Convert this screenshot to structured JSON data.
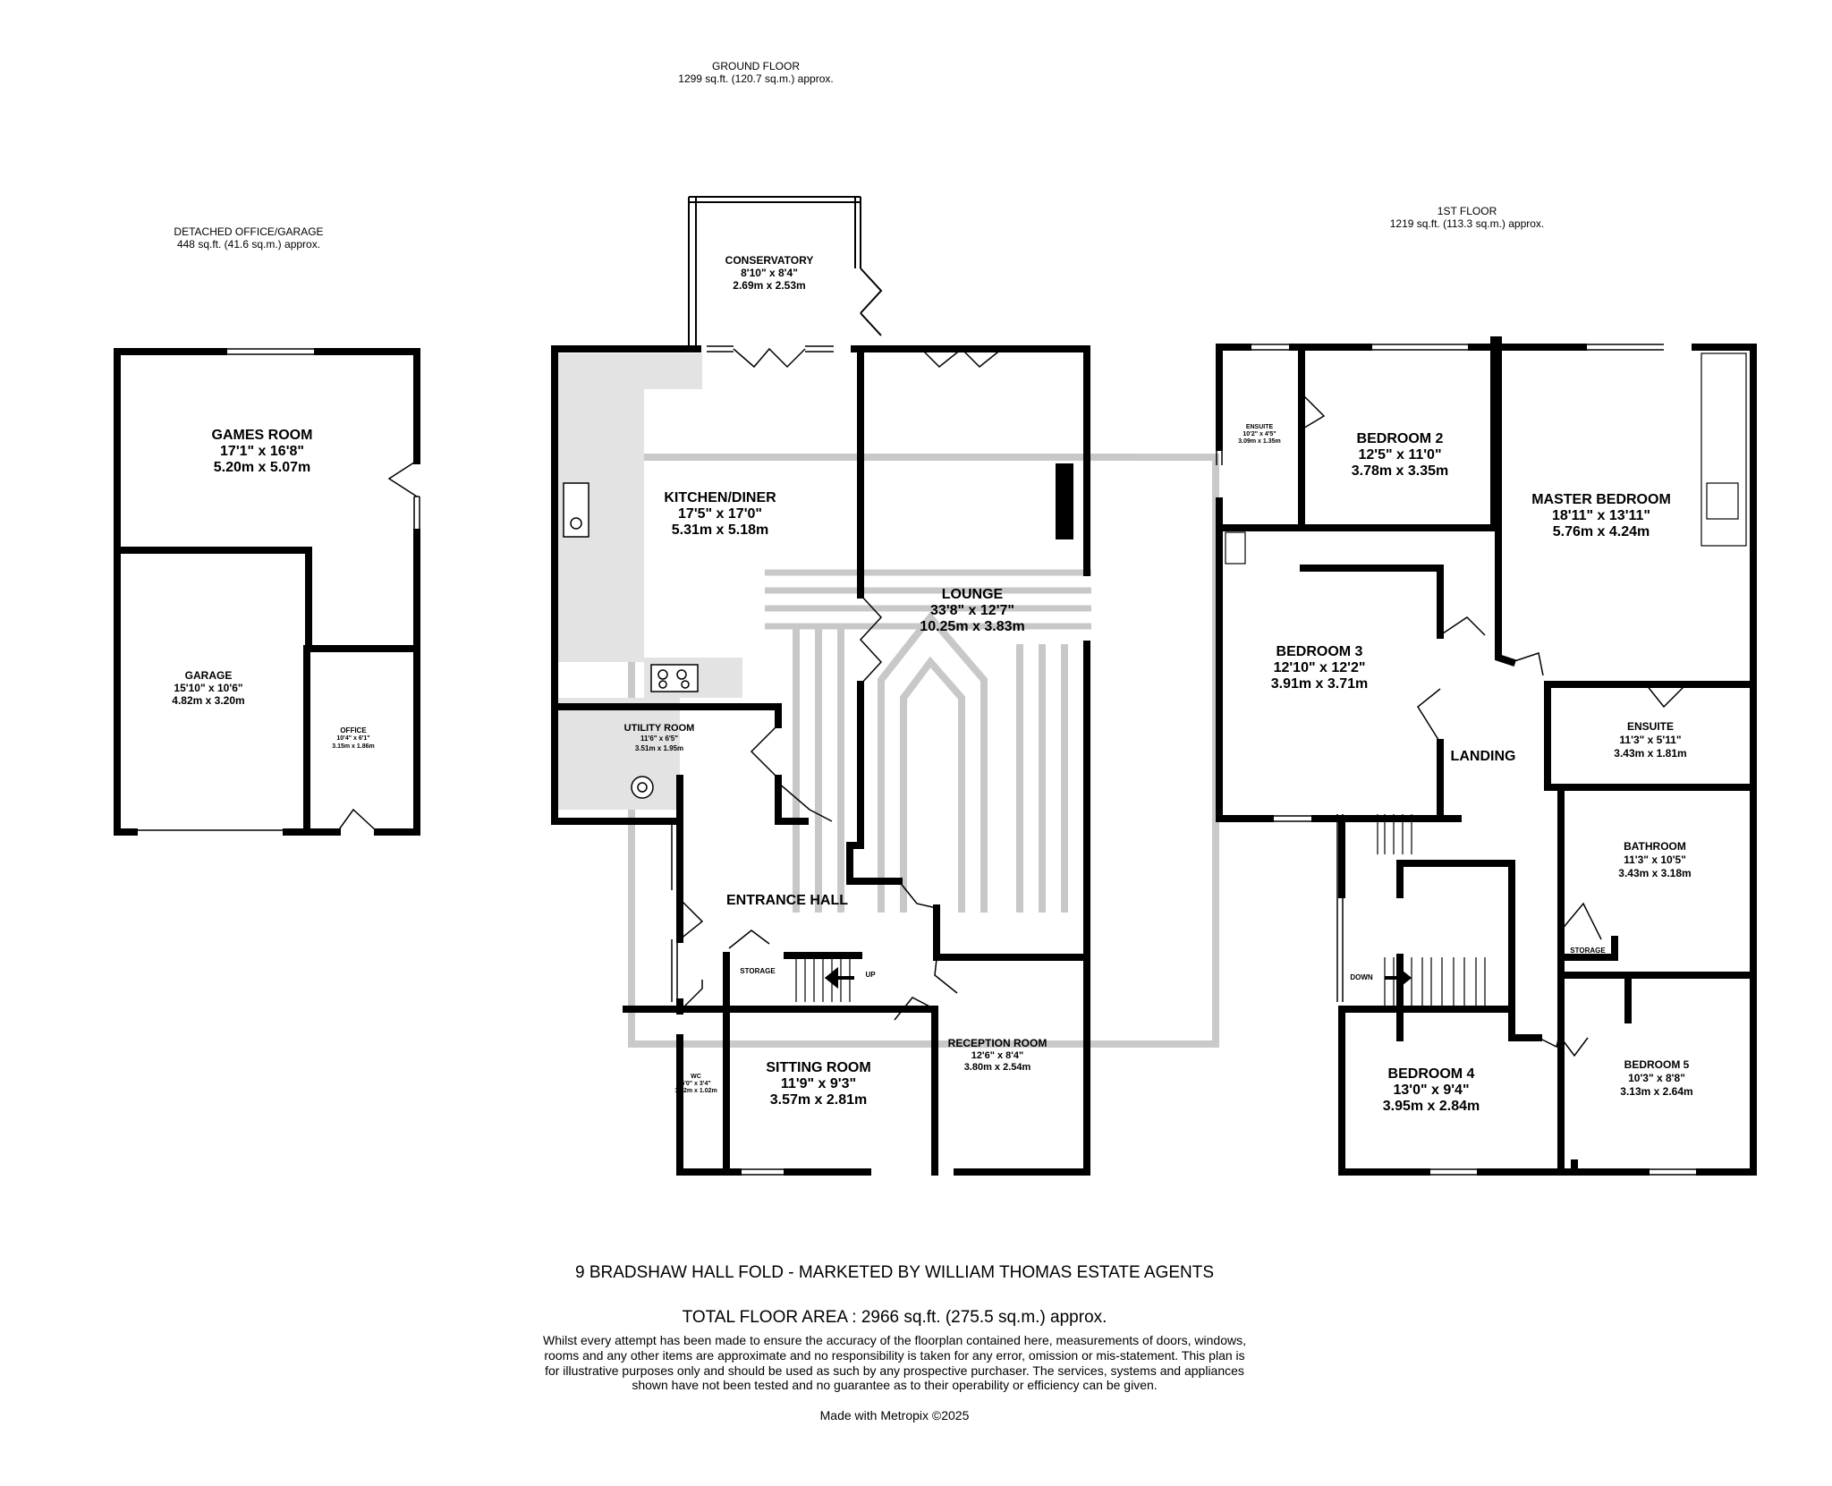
{
  "headers": {
    "ground_floor": {
      "title": "GROUND FLOOR",
      "area": "1299 sq.ft. (120.7 sq.m.) approx."
    },
    "first_floor": {
      "title": "1ST FLOOR",
      "area": "1219 sq.ft. (113.3 sq.m.) approx."
    },
    "detached": {
      "title": "DETACHED OFFICE/GARAGE",
      "area": "448 sq.ft. (41.6 sq.m.) approx."
    }
  },
  "rooms": {
    "games_room": {
      "name": "GAMES  ROOM",
      "imperial": "17'1\"  x 16'8\"",
      "metric": "5.20m  x 5.07m"
    },
    "garage": {
      "name": "GARAGE",
      "imperial": "15'10\"  x 10'6\"",
      "metric": "4.82m  x 3.20m"
    },
    "office": {
      "name": "OFFICE",
      "imperial": "10'4\" x 6'1\"",
      "metric": "3.15m x 1.86m"
    },
    "conservatory": {
      "name": "CONSERVATORY",
      "imperial": "8'10\"  x 8'4\"",
      "metric": "2.69m  x 2.53m"
    },
    "kitchen": {
      "name": "KITCHEN/DINER",
      "imperial": "17'5\"  x 17'0\"",
      "metric": "5.31m  x 5.18m"
    },
    "lounge": {
      "name": "LOUNGE",
      "imperial": "33'8\"  x 12'7\"",
      "metric": "10.25m  x 3.83m"
    },
    "utility": {
      "name": "UTILITY ROOM",
      "imperial": "11'6\"  x 6'5\"",
      "metric": "3.51m  x 1.95m"
    },
    "entrance_hall": {
      "name": "ENTRANCE HALL"
    },
    "storage_ground": {
      "name": "STORAGE"
    },
    "up": {
      "name": "UP"
    },
    "wc": {
      "name": "WC",
      "imperial": "6'0\" x 3'4\"",
      "metric": "1.82m x 1.02m"
    },
    "sitting": {
      "name": "SITTING ROOM",
      "imperial": "11'9\"  x 9'3\"",
      "metric": "3.57m  x 2.81m"
    },
    "reception": {
      "name": "RECEPTION ROOM",
      "imperial": "12'6\"  x 8'4\"",
      "metric": "3.80m  x 2.54m"
    },
    "ensuite_small": {
      "name": "ENSUITE",
      "imperial": "10'2\" x 4'5\"",
      "metric": "3.09m x 1.35m"
    },
    "bedroom2": {
      "name": "BEDROOM 2",
      "imperial": "12'5\"  x 11'0\"",
      "metric": "3.78m  x 3.35m"
    },
    "master": {
      "name": "MASTER BEDROOM",
      "imperial": "18'11\"  x 13'11\"",
      "metric": "5.76m  x 4.24m"
    },
    "bedroom3": {
      "name": "BEDROOM 3",
      "imperial": "12'10\"  x 12'2\"",
      "metric": "3.91m  x 3.71m"
    },
    "landing": {
      "name": "LANDING"
    },
    "ensuite": {
      "name": "ENSUITE",
      "imperial": "11'3\"  x 5'11\"",
      "metric": "3.43m  x 1.81m"
    },
    "bathroom": {
      "name": "BATHROOM",
      "imperial": "11'3\"  x 10'5\"",
      "metric": "3.43m  x 3.18m"
    },
    "storage_first": {
      "name": "STORAGE"
    },
    "down": {
      "name": "DOWN"
    },
    "bedroom4": {
      "name": "BEDROOM 4",
      "imperial": "13'0\"  x 9'4\"",
      "metric": "3.95m  x 2.84m"
    },
    "bedroom5": {
      "name": "BEDROOM 5",
      "imperial": "10'3\"  x 8'8\"",
      "metric": "3.13m  x 2.64m"
    }
  },
  "footer": {
    "title": "9 BRADSHAW HALL FOLD - MARKETED BY WILLIAM THOMAS ESTATE AGENTS",
    "total": "TOTAL FLOOR AREA : 2966 sq.ft. (275.5 sq.m.) approx.",
    "disclaimer": "Whilst every attempt has been made to ensure the accuracy of the floorplan contained here, measurements of doors, windows, rooms and any other items are approximate and no responsibility is taken for any error, omission or mis-statement. This plan is for illustrative purposes only and should be used as such by any prospective purchaser. The services, systems and appliances shown have not been tested and no guarantee as to their operability or efficiency can be given.",
    "credit": "Made with Metropix ©2025"
  },
  "icons": [
    "sink-icon",
    "hob-icon",
    "boiler-icon",
    "fireplace-icon",
    "watermark-logo"
  ],
  "colors": {
    "wall": "#000000",
    "kitchen_counter": "#e5e5e5",
    "watermark": "#a9a9a9"
  }
}
